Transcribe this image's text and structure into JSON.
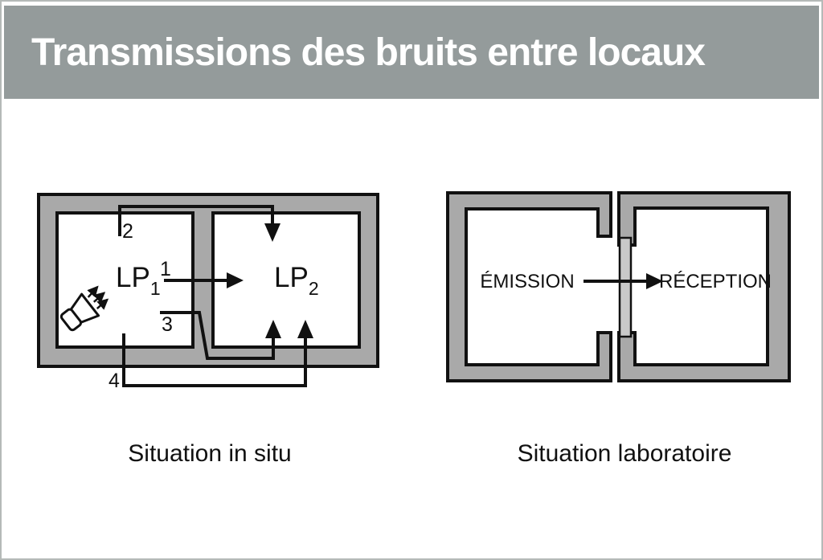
{
  "header": {
    "title": "Transmissions des bruits entre locaux"
  },
  "in_situ": {
    "caption": "Situation in situ",
    "source_room": {
      "label": "LP",
      "subscript": "1"
    },
    "receiving_room": {
      "label": "LP",
      "subscript": "2"
    },
    "path_labels": {
      "direct": "1",
      "flanking_top": "2",
      "flanking_bottom": "3",
      "flanking_outer": "4"
    }
  },
  "laboratory": {
    "caption": "Situation laboratoire",
    "emission_label": "ÉMISSION",
    "reception_label": "RÉCEPTION"
  },
  "colors": {
    "header_gray": "#949b9b",
    "wall_gray": "#a9a9a9",
    "specimen_gray": "#c9c9c9",
    "line_black": "#111111",
    "title_white": "#ffffff"
  }
}
